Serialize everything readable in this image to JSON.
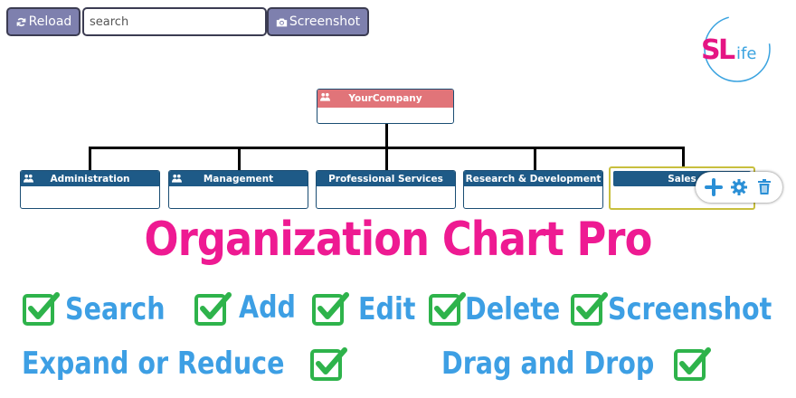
{
  "toolbar": {
    "reload_label": "Reload",
    "search_placeholder": "search",
    "screenshot_label": "Screenshot"
  },
  "logo": {
    "text_s": "S",
    "text_l": "L",
    "text_ife": "ife",
    "brand_color": "#e51583",
    "accent_color": "#3aa3e0"
  },
  "org_chart": {
    "root": {
      "label": "YourCompany",
      "color": "#e17479"
    },
    "departments": [
      {
        "label": "Administration"
      },
      {
        "label": "Management"
      },
      {
        "label": "Professional Services"
      },
      {
        "label": "Research & Development"
      },
      {
        "label": "Sales"
      }
    ],
    "node_header_color": "#1e5a87",
    "selected_border_color": "#c8bf3e",
    "node_toolbar": [
      "add-icon",
      "gear-icon",
      "trash-icon"
    ]
  },
  "headline": "Organization Chart Pro",
  "features": [
    {
      "label": "Search"
    },
    {
      "label": "Add"
    },
    {
      "label": "Edit"
    },
    {
      "label": "Delete"
    },
    {
      "label": "Screenshot"
    },
    {
      "label": "Expand or Reduce"
    },
    {
      "label": "Drag and Drop"
    }
  ],
  "colors": {
    "headline": "#ee1a92",
    "features": "#3d9fe4",
    "check": "#2eb34b"
  }
}
